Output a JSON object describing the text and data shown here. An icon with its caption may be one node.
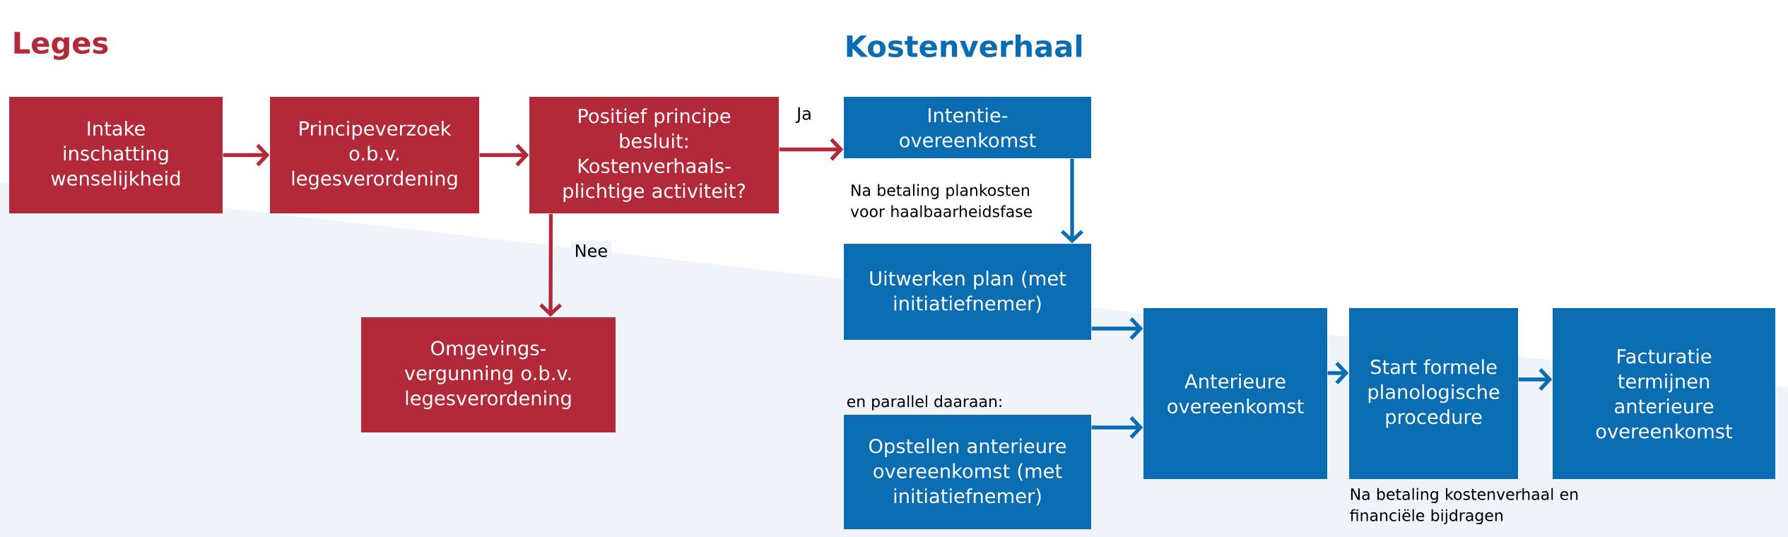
{
  "diagram": {
    "nodes": [
      {
        "text": [
          "Intake inschatting wenselijkheid"
        ]
      },
      {
        "text": [
          "Principeverzoek o.b.v. legesverordening"
        ]
      },
      {
        "text": [
          "Positief principe besluit: Kostenverhaals- plichtige activiteit?"
        ]
      },
      {
        "text": [
          "Omgevings- vergunning o.b.v. legesverordening"
        ]
      },
      {
        "text": [
          "Intentie- overeenkomst"
        ]
      },
      {
        "text": [
          "Uitwerken plan (met initiatiefnemer)"
        ]
      },
      {
        "text": [
          "Opstellen anterieure overeenkomst (met initiatiefnemer)"
        ]
      },
      {
        "text": [
          "Anterieure overeenkomst"
        ]
      },
      {
        "text": [
          "Start formele planologische procedure"
        ],
        "beside": [
          "Na betaling kostenverhaal en financiële bijdragen"
        ]
      },
      {
        "text": [
          "Facturatie termijnen anterieure overeenkomst"
        ]
      }
    ],
    "edges": [
      {
        "from": 0,
        "to": 1,
        "arrow": "to",
        "color": "#b22a3a"
      },
      {
        "from": 1,
        "to": 2,
        "arrow": "to",
        "color": "#b22a3a"
      },
      {
        "from": 2,
        "to": 4,
        "arrow": "to",
        "label": "Ja",
        "color": "#b22a3a"
      },
      {
        "from": 2,
        "to": 3,
        "arrow": "to",
        "label": "Nee",
        "color": "#b22a3a"
      },
      {
        "from": 4,
        "to": 5,
        "arrow": "to",
        "label": "Na betaling plankosten voor haalbaarheidsfase"
      },
      {
        "from": 5,
        "to": 7,
        "arrow": "to"
      },
      {
        "from": 6,
        "to": 7,
        "arrow": "to"
      },
      {
        "from": 7,
        "to": 8,
        "arrow": "to"
      },
      {
        "from": 8,
        "to": 9,
        "arrow": "to"
      }
    ],
    "labels": [
      "Leges",
      "Kostenverhaal",
      "en parallel daaraan:"
    ]
  }
}
